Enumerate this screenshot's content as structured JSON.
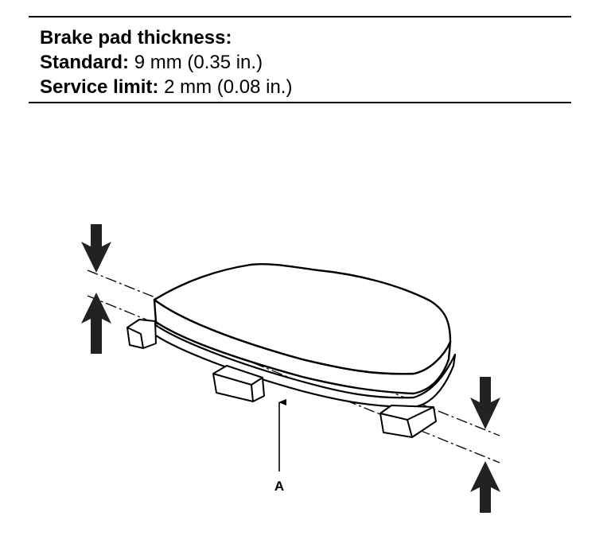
{
  "specs": {
    "heading": "Brake pad thickness:",
    "standard": {
      "label": "Standard:",
      "value": "9 mm (0.35 in.)"
    },
    "service_limit": {
      "label": "Service limit:",
      "value": "2 mm (0.08 in.)"
    }
  },
  "diagram": {
    "callout_a": "A"
  }
}
